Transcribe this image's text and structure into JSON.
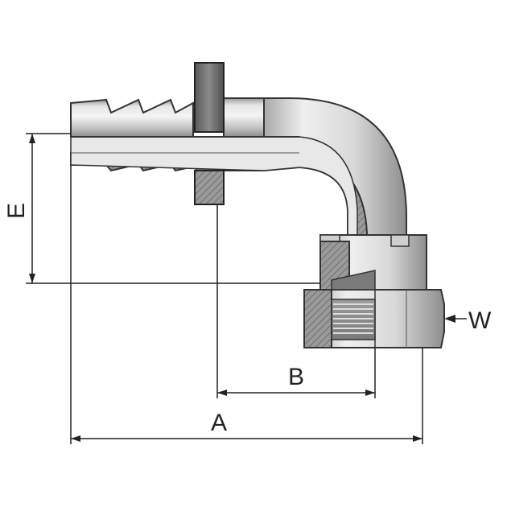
{
  "diagram": {
    "kind": "90-degree hose fitting with swivel female nut, cross-section drawing",
    "dimensions": {
      "A": "A",
      "B": "B",
      "E": "E",
      "W": "W"
    },
    "colors": {
      "metal_light": "#e4e4e4",
      "metal_mid": "#b8b8b8",
      "metal_dark": "#6e6e6e",
      "section_fill": "#8a8a8a",
      "outline": "#333333",
      "dimension_line": "#222222"
    }
  }
}
